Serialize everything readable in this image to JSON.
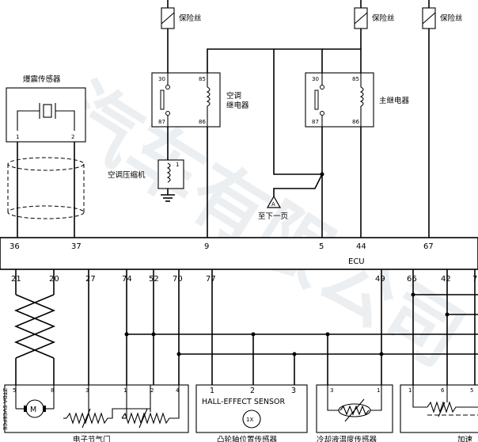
{
  "fuse_label": "保险丝",
  "knock_sensor": {
    "label": "爆震传感器",
    "pin1": "1",
    "pin2": "2"
  },
  "ac_relay": {
    "label_line1": "空调",
    "label_line2": "继电器",
    "p30": "30",
    "p85": "85",
    "p87": "87",
    "p86": "86"
  },
  "ac_compressor": {
    "label": "空调压缩机",
    "pin": "1"
  },
  "main_relay": {
    "label": "主继电器",
    "p30": "30",
    "p85": "85",
    "p87": "87",
    "p86": "86"
  },
  "connector": {
    "letter": "A",
    "label": "至下一页"
  },
  "ecu": {
    "label": "ECU",
    "top_pins": [
      "36",
      "37",
      "9",
      "5",
      "44",
      "67"
    ],
    "bottom_pins": [
      "21",
      "20",
      "27",
      "74",
      "52",
      "70",
      "77",
      "49",
      "66",
      "42",
      "7"
    ]
  },
  "throttle_component": {
    "label": "电子节气门",
    "pins": [
      "5",
      "8",
      "3",
      "1",
      "2",
      "4"
    ],
    "motor_symbol": "M"
  },
  "hall_sensor": {
    "title": "HALL-EFFECT SENSOR",
    "pins": [
      "1",
      "2",
      "3"
    ],
    "symbol": "1X",
    "label": "凸轮轴位置传感器"
  },
  "temp_sensor": {
    "label": "冷却液温度传感器",
    "pins": [
      "3",
      "1"
    ]
  },
  "right_sensor": {
    "label": "加速",
    "pins": [
      "1",
      "6",
      "5"
    ]
  },
  "side_text": "ZTDA SVCEFCE",
  "watermark": "汽车有限公司"
}
